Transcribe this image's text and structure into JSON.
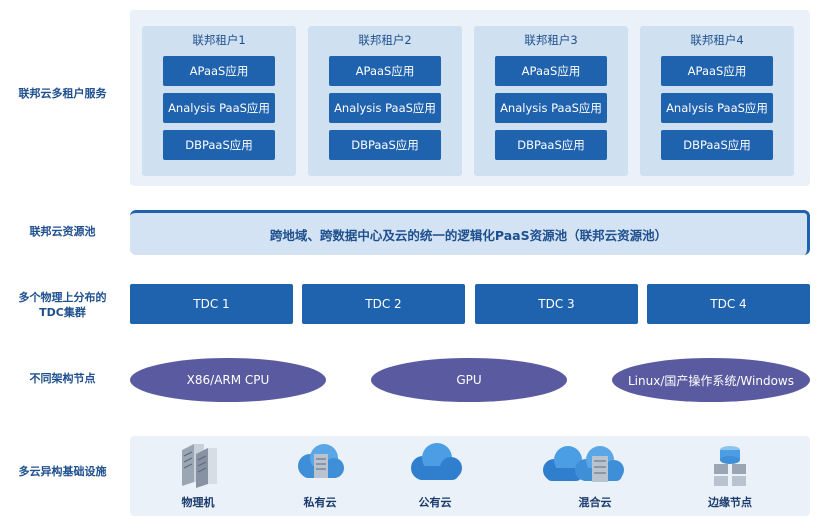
{
  "labels": {
    "multi_tenant": "联邦云多租户服务",
    "resource_pool": "联邦云资源池",
    "tdc_line1": "多个物理上分布的",
    "tdc_line2": "TDC集群",
    "arch_nodes": "不同架构节点",
    "infra": "多云异构基础设施"
  },
  "tenants": [
    {
      "title": "联邦租户1",
      "apps": [
        "APaaS应用",
        "Analysis PaaS应用",
        "DBPaaS应用"
      ]
    },
    {
      "title": "联邦租户2",
      "apps": [
        "APaaS应用",
        "Analysis PaaS应用",
        "DBPaaS应用"
      ]
    },
    {
      "title": "联邦租户3",
      "apps": [
        "APaaS应用",
        "Analysis PaaS应用",
        "DBPaaS应用"
      ]
    },
    {
      "title": "联邦租户4",
      "apps": [
        "APaaS应用",
        "Analysis PaaS应用",
        "DBPaaS应用"
      ]
    }
  ],
  "pool_text": "跨地域、跨数据中心及云的统一的逻辑化PaaS资源池（联邦云资源池）",
  "tdc": [
    "TDC 1",
    "TDC 2",
    "TDC 3",
    "TDC 4"
  ],
  "nodes": [
    "X86/ARM CPU",
    "GPU",
    "Linux/国产操作系统/Windows"
  ],
  "infra": [
    {
      "label": "物理机",
      "icon": "server-icon"
    },
    {
      "label": "私有云",
      "icon": "private-cloud-icon"
    },
    {
      "label": "公有云",
      "icon": "public-cloud-icon"
    },
    {
      "label": "混合云",
      "icon": "hybrid-cloud-icon"
    },
    {
      "label": "边缘节点",
      "icon": "edge-node-icon"
    }
  ],
  "colors": {
    "primary_blue": "#1f62ad",
    "panel_light": "#eaf1f9",
    "tenant_bg": "#cfe0f1",
    "node_purple": "#5a5aa0"
  }
}
